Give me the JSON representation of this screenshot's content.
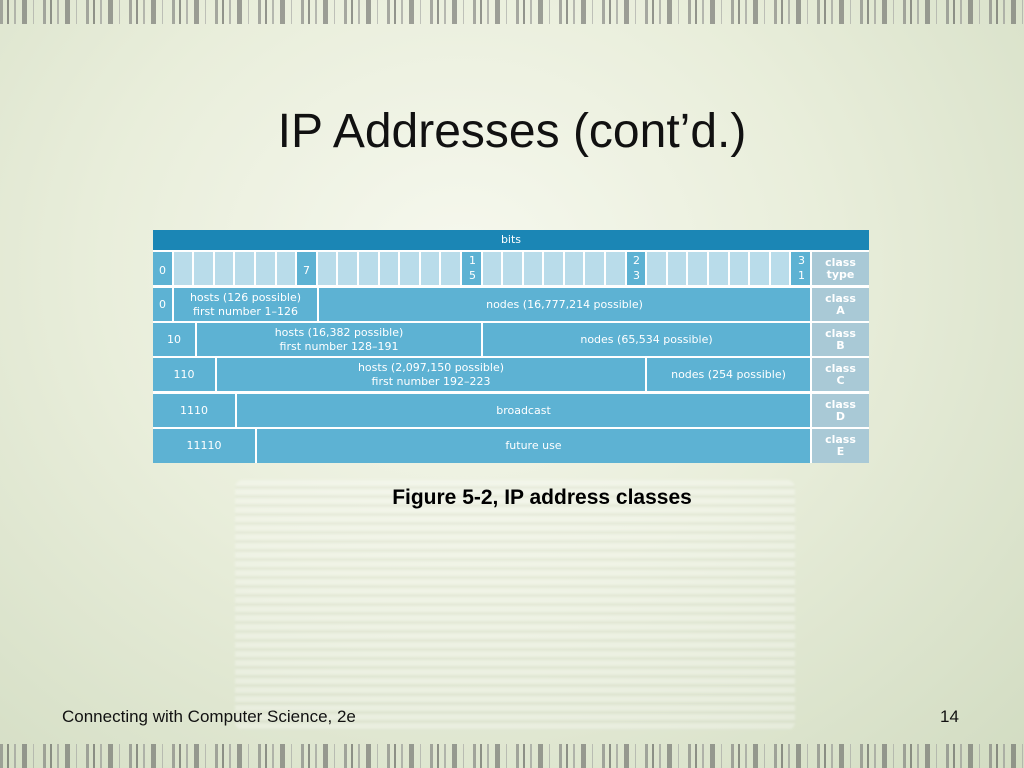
{
  "slide": {
    "title": "IP Addresses (cont’d.)",
    "caption": "Figure 5-2, IP address classes",
    "footer_left": "Connecting with Computer Science, 2e",
    "page_number": "14"
  },
  "diagram": {
    "header": "bits",
    "bit_markers": [
      {
        "top": "0",
        "bottom": ""
      },
      {
        "top": "7",
        "bottom": ""
      },
      {
        "top": "1",
        "bottom": "5"
      },
      {
        "top": "2",
        "bottom": "3"
      },
      {
        "top": "3",
        "bottom": "1"
      }
    ],
    "class_type": {
      "line1": "class",
      "line2": "type"
    },
    "rows": [
      {
        "prefix": "0",
        "hosts_line1": "hosts (126 possible)",
        "hosts_line2": "first number 1–126",
        "nodes": "nodes (16,777,214 possible)",
        "class_line1": "class",
        "class_line2": "A"
      },
      {
        "prefix": "10",
        "hosts_line1": "hosts (16,382 possible)",
        "hosts_line2": "first number 128–191",
        "nodes": "nodes (65,534 possible)",
        "class_line1": "class",
        "class_line2": "B"
      },
      {
        "prefix": "110",
        "hosts_line1": "hosts (2,097,150 possible)",
        "hosts_line2": "first number 192–223",
        "nodes": "nodes (254 possible)",
        "class_line1": "class",
        "class_line2": "C"
      },
      {
        "prefix": "1110",
        "body": "broadcast",
        "class_line1": "class",
        "class_line2": "D"
      },
      {
        "prefix": "11110",
        "body": "future use",
        "class_line1": "class",
        "class_line2": "E"
      }
    ]
  },
  "colors": {
    "header_blue": "#1b86b5",
    "cell_blue": "#5db2d3",
    "bit_cell": "#b9dcea",
    "class_cell": "#a9c9d6"
  }
}
